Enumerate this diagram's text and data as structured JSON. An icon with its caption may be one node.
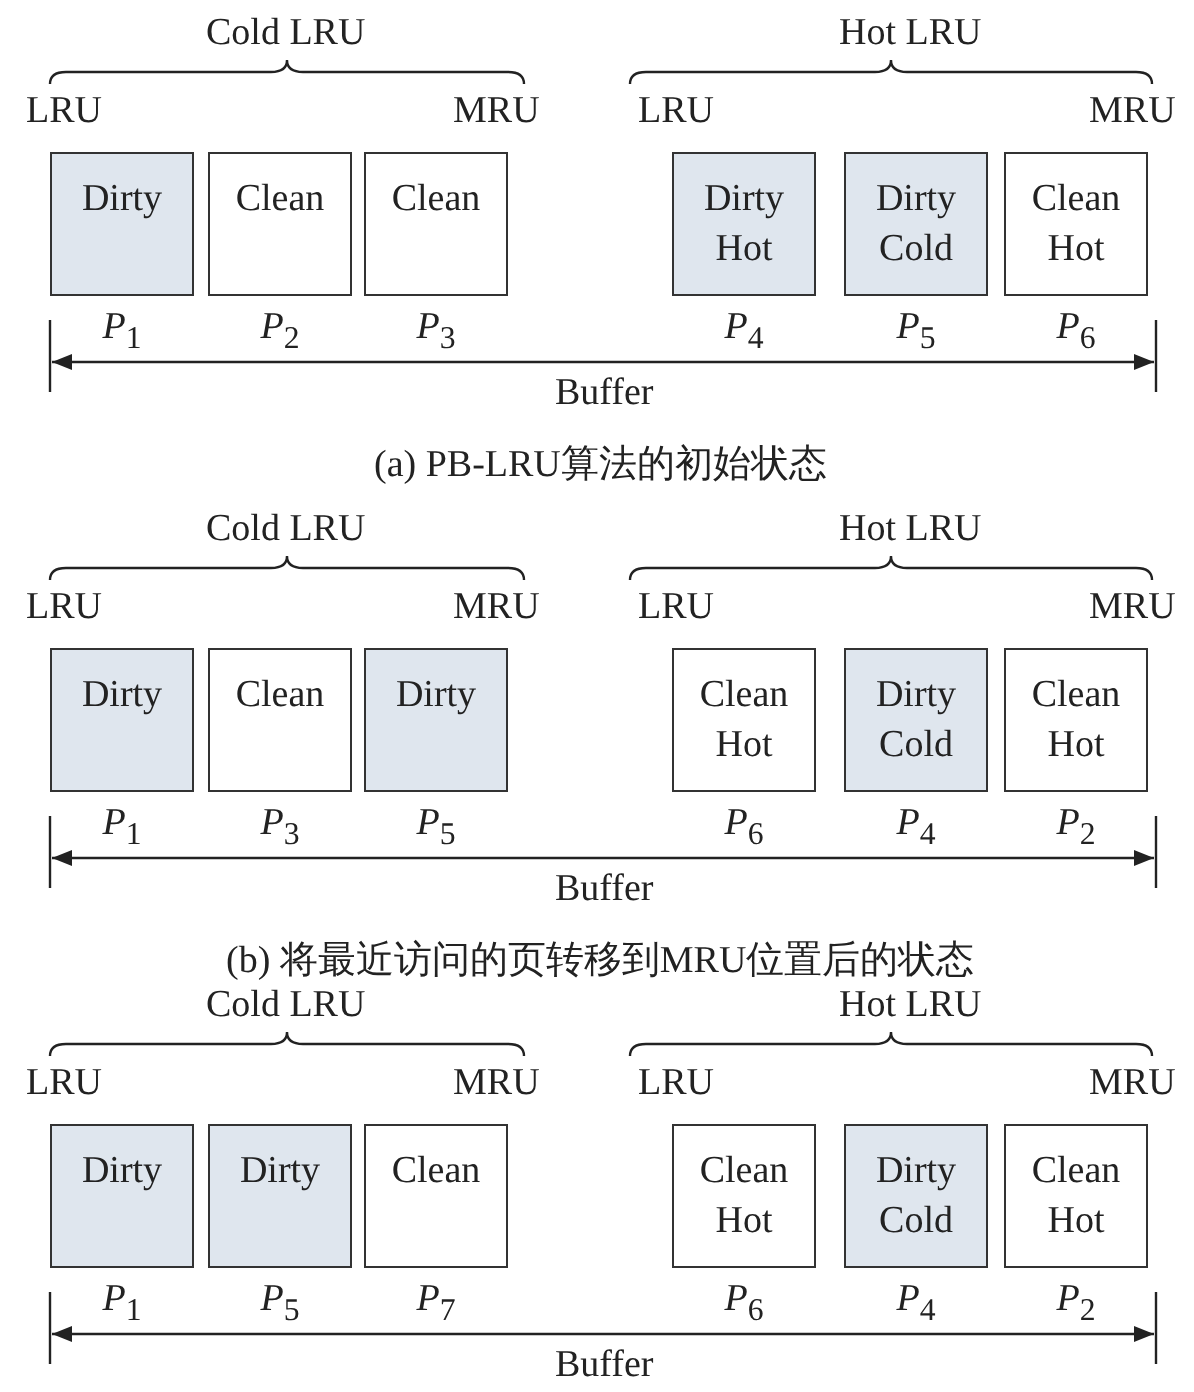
{
  "diagram": {
    "nodes": [
      {
        "text": [
          "Dirty"
        ],
        "beside": [
          "*P*$_{1}$"
        ]
      },
      {
        "text": [
          "Clean"
        ],
        "beside": [
          "*P*$_{2}$"
        ]
      },
      {
        "text": [
          "Clean"
        ],
        "beside": [
          "*P*$_{3}$"
        ]
      },
      {
        "text": [
          "Dirty Hot"
        ],
        "beside": [
          "*P*$_{4}$"
        ]
      },
      {
        "text": [
          "Dirty Cold"
        ],
        "beside": [
          "*P*$_{5}$"
        ]
      },
      {
        "text": [
          "Clean Hot"
        ],
        "beside": [
          "*P*$_{6}$"
        ]
      },
      {
        "text": [
          "Dirty"
        ],
        "beside": [
          "*P*$_{1}$"
        ]
      },
      {
        "text": [
          "Clean"
        ],
        "beside": [
          "*P*$_{3}$"
        ]
      },
      {
        "text": [
          "Dirty"
        ],
        "beside": [
          "*P*$_{5}$"
        ]
      },
      {
        "text": [
          "Clean Hot"
        ],
        "beside": [
          "*P*$_{6}$"
        ]
      },
      {
        "text": [
          "Dirty Cold"
        ],
        "beside": [
          "*P*$_{4}$"
        ]
      },
      {
        "text": [
          "Clean Hot"
        ],
        "beside": [
          "*P*$_{2}$"
        ]
      },
      {
        "text": [
          "Dirty"
        ],
        "beside": [
          "*P*$_{1}$"
        ]
      },
      {
        "text": [
          "Dirty"
        ],
        "beside": [
          "*P*$_{5}$"
        ]
      },
      {
        "text": [
          "Clean"
        ],
        "beside": [
          "*P*$_{7}$"
        ]
      },
      {
        "text": [
          "Clean Hot"
        ],
        "beside": [
          "*P*$_{6}$"
        ]
      },
      {
        "text": [
          "Dirty Cold"
        ],
        "beside": [
          "*P*$_{4}$"
        ]
      },
      {
        "text": [
          "Clean Hot"
        ],
        "beside": [
          "*P*$_{2}$"
        ]
      }
    ],
    "labels": [
      "Cold LRU",
      "Hot LRU",
      "LRU",
      "MRU",
      "LRU",
      "MRU",
      "Buffer",
      "(a) PB-LRU算法的初始状态",
      "Cold LRU",
      "Hot LRU",
      "LRU",
      "MRU",
      "LRU",
      "MRU",
      "Buffer",
      "(b) 将最近访问的页转移到MRU位置后的状态",
      "Cold LRU",
      "Hot LRU",
      "LRU",
      "MRU",
      "LRU",
      "MRU",
      "Buffer"
    ]
  }
}
